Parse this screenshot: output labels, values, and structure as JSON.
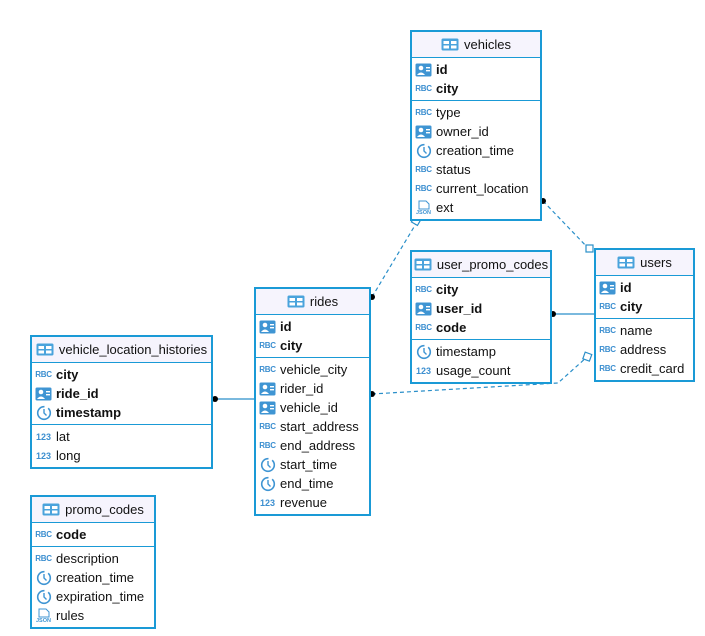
{
  "colors": {
    "border": "#1a9ad6",
    "link": "#2a8fc9",
    "header_bg": "#f6f4fd"
  },
  "tables": [
    {
      "id": "vehicles",
      "name": "vehicles",
      "pk": [
        {
          "name": "id",
          "type": "id"
        },
        {
          "name": "city",
          "type": "abc"
        }
      ],
      "cols": [
        {
          "name": "type",
          "type": "abc"
        },
        {
          "name": "owner_id",
          "type": "id"
        },
        {
          "name": "creation_time",
          "type": "time"
        },
        {
          "name": "status",
          "type": "abc"
        },
        {
          "name": "current_location",
          "type": "abc"
        },
        {
          "name": "ext",
          "type": "json"
        }
      ]
    },
    {
      "id": "user_promo_codes",
      "name": "user_promo_codes",
      "pk": [
        {
          "name": "city",
          "type": "abc"
        },
        {
          "name": "user_id",
          "type": "id"
        },
        {
          "name": "code",
          "type": "abc"
        }
      ],
      "cols": [
        {
          "name": "timestamp",
          "type": "time"
        },
        {
          "name": "usage_count",
          "type": "num"
        }
      ]
    },
    {
      "id": "users",
      "name": "users",
      "pk": [
        {
          "name": "id",
          "type": "id"
        },
        {
          "name": "city",
          "type": "abc"
        }
      ],
      "cols": [
        {
          "name": "name",
          "type": "abc"
        },
        {
          "name": "address",
          "type": "abc"
        },
        {
          "name": "credit_card",
          "type": "abc"
        }
      ]
    },
    {
      "id": "rides",
      "name": "rides",
      "pk": [
        {
          "name": "id",
          "type": "id"
        },
        {
          "name": "city",
          "type": "abc"
        }
      ],
      "cols": [
        {
          "name": "vehicle_city",
          "type": "abc"
        },
        {
          "name": "rider_id",
          "type": "id"
        },
        {
          "name": "vehicle_id",
          "type": "id"
        },
        {
          "name": "start_address",
          "type": "abc"
        },
        {
          "name": "end_address",
          "type": "abc"
        },
        {
          "name": "start_time",
          "type": "time"
        },
        {
          "name": "end_time",
          "type": "time"
        },
        {
          "name": "revenue",
          "type": "num"
        }
      ]
    },
    {
      "id": "vehicle_location_histories",
      "name": "vehicle_location_histories",
      "pk": [
        {
          "name": "city",
          "type": "abc"
        },
        {
          "name": "ride_id",
          "type": "id"
        },
        {
          "name": "timestamp",
          "type": "time"
        }
      ],
      "cols": [
        {
          "name": "lat",
          "type": "num"
        },
        {
          "name": "long",
          "type": "num"
        }
      ]
    },
    {
      "id": "promo_codes",
      "name": "promo_codes",
      "pk": [
        {
          "name": "code",
          "type": "abc"
        }
      ],
      "cols": [
        {
          "name": "description",
          "type": "abc"
        },
        {
          "name": "creation_time",
          "type": "time"
        },
        {
          "name": "expiration_time",
          "type": "time"
        },
        {
          "name": "rules",
          "type": "json"
        }
      ]
    }
  ],
  "relationships": [
    {
      "from": "vehicles",
      "to": "users",
      "style": "dashed"
    },
    {
      "from": "rides",
      "to": "vehicles",
      "style": "dashed"
    },
    {
      "from": "user_promo_codes",
      "to": "users",
      "style": "solid"
    },
    {
      "from": "rides",
      "to": "users",
      "style": "dashed"
    },
    {
      "from": "vehicle_location_histories",
      "to": "rides",
      "style": "solid"
    }
  ]
}
